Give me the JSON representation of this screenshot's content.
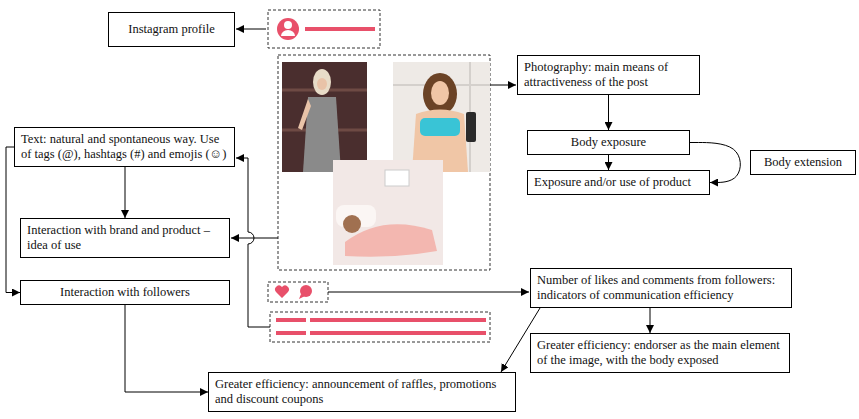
{
  "diagram": {
    "nodes": [
      {
        "text": [
          "Instagram profile"
        ]
      },
      {
        "text": [
          "Photography: main means of attractiveness of the post"
        ]
      },
      {
        "text": [
          "Body exposure"
        ]
      },
      {
        "text": [
          "Body extension"
        ]
      },
      {
        "text": [
          "Text: natural and spontaneous way. Use of tags (@), hashtags (#) and emojis (☺)"
        ]
      },
      {
        "text": [
          "Exposure and/or use of product"
        ]
      },
      {
        "text": [
          "Interaction with brand and product – idea of use"
        ]
      },
      {
        "text": [
          "Number of likes and comments from followers: indicators of communication efficiency"
        ]
      },
      {
        "text": [
          "Interaction with followers"
        ]
      },
      {
        "text": [
          "Greater efficiency: endorser as the main element of the image, with the body exposed"
        ]
      },
      {
        "text": [
          "Greater efficiency: announcement of raffles, promotions and discount coupons"
        ]
      }
    ],
    "edges": [
      {
        "from": 1,
        "to": 2,
        "arrow": "to"
      },
      {
        "from": 2,
        "to": 5,
        "arrow": "to"
      },
      {
        "from": 2,
        "to": 5,
        "arrow": "to"
      },
      {
        "from": 4,
        "to": 6,
        "arrow": "to"
      },
      {
        "from": 4,
        "to": 8,
        "arrow": "to"
      },
      {
        "from": 8,
        "to": 10,
        "arrow": "to"
      },
      {
        "from": 7,
        "to": 9,
        "arrow": "to"
      },
      {
        "from": 7,
        "to": 10,
        "arrow": "to"
      }
    ]
  }
}
